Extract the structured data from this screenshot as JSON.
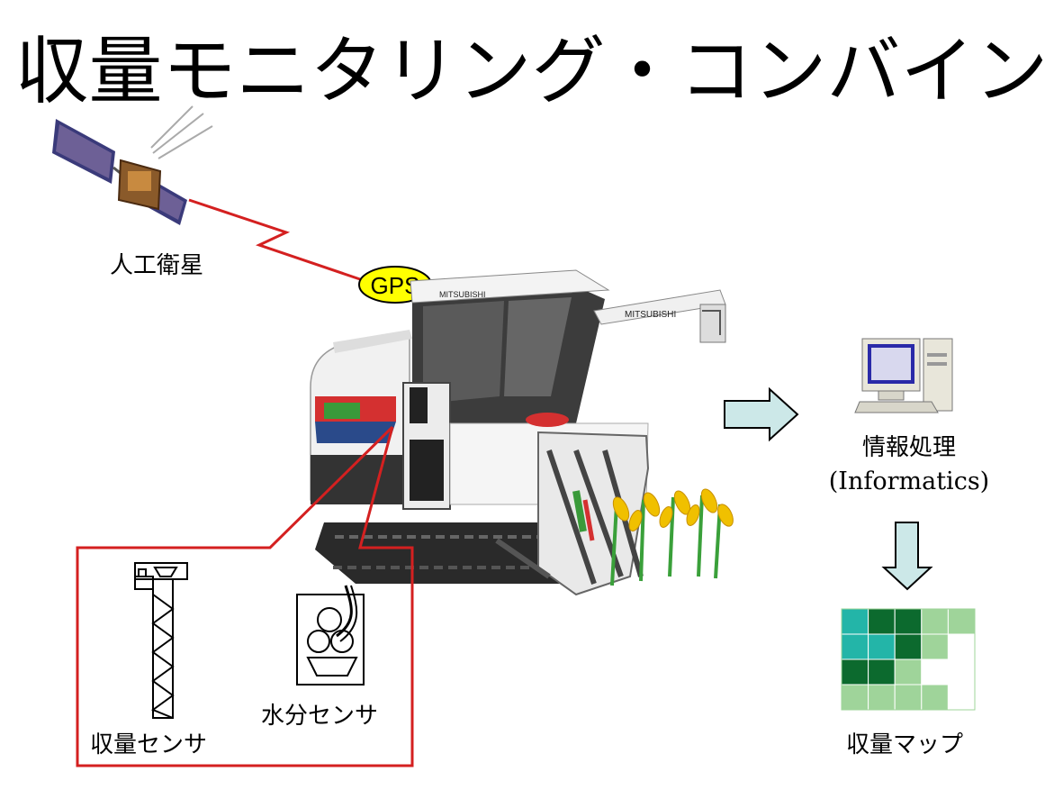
{
  "title": "収量モニタリング・コンバイン",
  "satellite": {
    "label": "人工衛星"
  },
  "gps": {
    "label": "GPS"
  },
  "combine": {
    "brand": "MITSUBISHI"
  },
  "sensors": {
    "yield_sensor_label": "収量センサ",
    "moisture_sensor_label": "水分センサ"
  },
  "informatics": {
    "label_ja": "情報処理",
    "label_en": "(Informatics)"
  },
  "yield_map": {
    "label": "収量マップ",
    "cells": [
      [
        "#23b5a8",
        "#0c6a2e",
        "#0c6a2e",
        "#9fd49a",
        "#9fd49a"
      ],
      [
        "#23b5a8",
        "#23b5a8",
        "#0c6a2e",
        "#9fd49a",
        "#ffffff"
      ],
      [
        "#0c6a2e",
        "#0c6a2e",
        "#9fd49a",
        "#ffffff",
        "#ffffff"
      ],
      [
        "#9fd49a",
        "#9fd49a",
        "#9fd49a",
        "#9fd49a",
        "#ffffff"
      ]
    ]
  },
  "colors": {
    "link_line": "#d42020",
    "gps_fill": "#ffff00",
    "arrow_fill": "#cce8e8"
  }
}
